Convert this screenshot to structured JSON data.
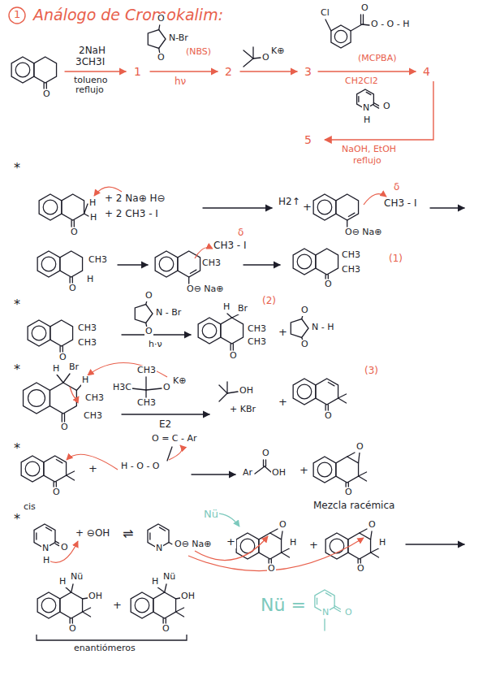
{
  "diagram": {
    "title": "Análogo de Cromokalim:",
    "labels": [
      "1",
      "O",
      "2NaH",
      "3CH3I",
      "tolueno",
      "reflujo",
      "1",
      "O",
      "N-Br",
      "O",
      "(NBS)",
      "hν",
      "2",
      "O",
      "K⊕",
      "3",
      "Cl",
      "O",
      "O - O - H",
      "(MCPBA)",
      "CH2Cl2",
      "4",
      "N",
      "H",
      "O",
      "NaOH, EtOH",
      "reflujo",
      "5",
      "*",
      "H",
      "H",
      "O",
      "+ 2 Na⊕ H⊖",
      "+ 2 CH3 - I",
      "H2↑",
      "+",
      "O⊖ Na⊕",
      "CH3 - I",
      "δ",
      "CH3",
      "H",
      "O",
      "CH3",
      "O⊖ Na⊕",
      "CH3 - I",
      "δ",
      "CH3",
      "CH3",
      "O",
      "(1)",
      "*",
      "CH3",
      "CH3",
      "O",
      "O",
      "N - Br",
      "O",
      "h·ν",
      "H",
      "Br",
      "(2)",
      "CH3",
      "CH3",
      "O",
      "+",
      "O",
      "N - H",
      "O",
      "*",
      "H",
      "Br",
      "H",
      "CH3",
      "CH3",
      "O",
      "CH3",
      "H3C",
      "CH3",
      "O",
      "K⊕",
      "E2",
      "OH",
      "+ KBr",
      "+",
      "O",
      "(3)",
      "*",
      "O",
      "cis",
      "+",
      "O = C - Ar",
      "H - O - O",
      "Ar",
      "O",
      "OH",
      "+",
      "O",
      "O",
      "Mezcla racémica",
      "*",
      "N",
      "H",
      "O",
      "+ ⊖OH",
      "⇌",
      "N",
      "O⊖ Na⊕",
      "Nü",
      "+",
      "O",
      "H",
      "O",
      "+",
      "O",
      "H",
      "O",
      "H",
      "Nü",
      "OH",
      "O",
      "+",
      "H",
      "Nü",
      "OH",
      "O",
      "enantiómeros",
      "Nü =",
      "N",
      "O"
    ]
  }
}
